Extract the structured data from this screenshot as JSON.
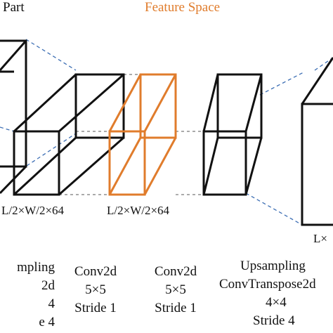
{
  "colors": {
    "box": "#111111",
    "feature_box": "#e07c2c",
    "projection": "#3c6eb4",
    "connector": "#777777",
    "background": "#ffffff"
  },
  "headers": {
    "left": "Part",
    "center": "Feature Space"
  },
  "dimension_labels": {
    "first": "L/2×W/2×64",
    "second": "L/2×W/2×64",
    "right": "L×"
  },
  "layers": {
    "upsampling_left": [
      "mpling",
      "2d",
      "4",
      "e 4"
    ],
    "conv2d_1": [
      "Conv2d",
      "5×5",
      "Stride 1"
    ],
    "conv2d_2": [
      "Conv2d",
      "5×5",
      "Stride 1"
    ],
    "upsampling_right": [
      "Upsampling",
      "ConvTranspose2d",
      "4×4",
      "Stride 4"
    ]
  }
}
